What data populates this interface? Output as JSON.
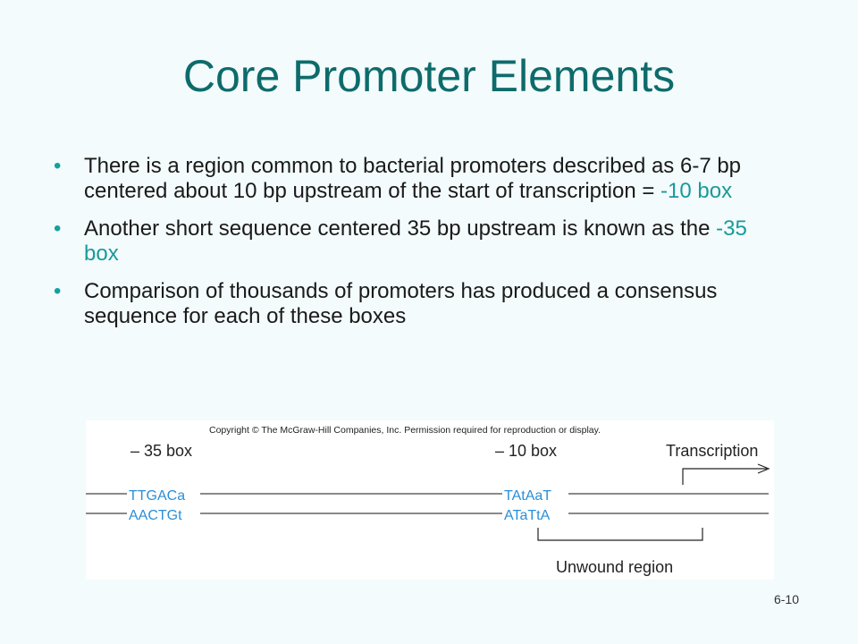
{
  "title": "Core Promoter Elements",
  "bullets": [
    {
      "text": "There is a region common to bacterial promoters described as 6-7 bp centered about 10 bp upstream of the start of transcription = ",
      "highlight": "-10 box"
    },
    {
      "text": "Another short sequence centered 35 bp upstream is known as the ",
      "highlight": "-35 box"
    },
    {
      "text": "Comparison of thousands of promoters has produced a consensus sequence for each of these boxes",
      "highlight": ""
    }
  ],
  "figure": {
    "copyright": "Copyright © The McGraw-Hill Companies, Inc. Permission required for reproduction or display.",
    "label_35": "– 35 box",
    "label_10": "– 10 box",
    "label_transcription": "Transcription",
    "seq_35_top": "TTGACa",
    "seq_35_bottom": "AACTGt",
    "seq_10_top": "TAtAaT",
    "seq_10_bottom": "ATaTtA",
    "unwound_label": "Unwound region"
  },
  "slide_number": "6-10",
  "colors": {
    "title": "#0e6b6b",
    "highlight": "#1a9a9a",
    "sequence": "#2a8fd8",
    "background": "#f3fbfc"
  }
}
